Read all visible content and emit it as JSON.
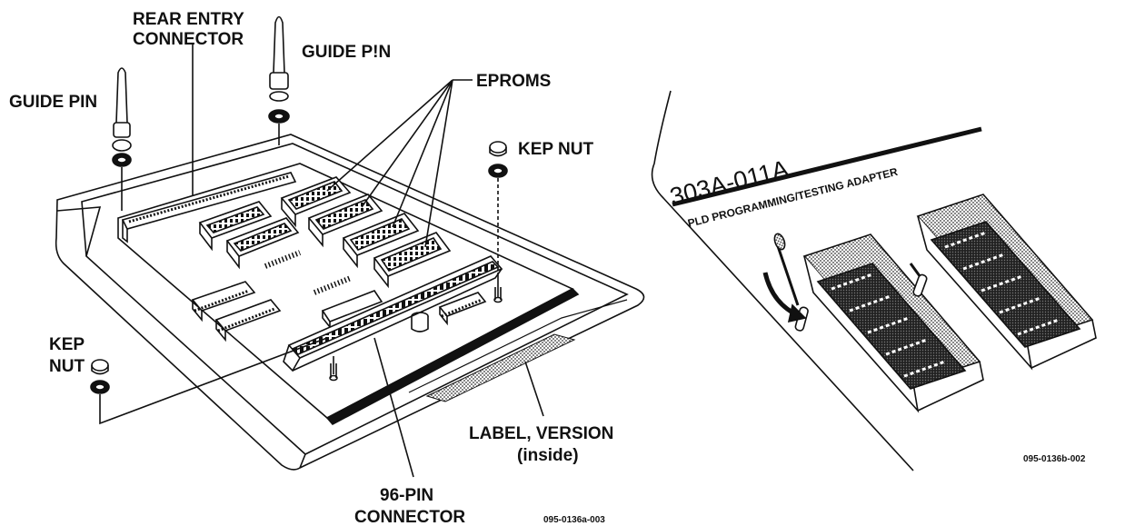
{
  "left_figure": {
    "labels": {
      "rear_entry_line1": "REAR ENTRY",
      "rear_entry_line2": "CONNECTOR",
      "guide_pin_left": "GUIDE PIN",
      "guide_pin_top": "GUIDE P!N",
      "eproms": "EPROMS",
      "kep_nut_right": "KEP NUT",
      "kep_nut_left_line1": "KEP",
      "kep_nut_left_line2": "NUT",
      "label_version_line1": "LABEL, VERSION",
      "label_version_line2": "(inside)",
      "connector_line1": "96-PIN",
      "connector_line2": "CONNECTOR"
    },
    "figure_id": "095-0136a-003"
  },
  "right_figure": {
    "product_number": "303A-011A",
    "adapter_name": "PLD PROGRAMMING/TESTING ADAPTER",
    "figure_id": "095-0136b-002"
  },
  "colors": {
    "ink": "#111111",
    "background": "#ffffff",
    "stipple": "#888888"
  }
}
